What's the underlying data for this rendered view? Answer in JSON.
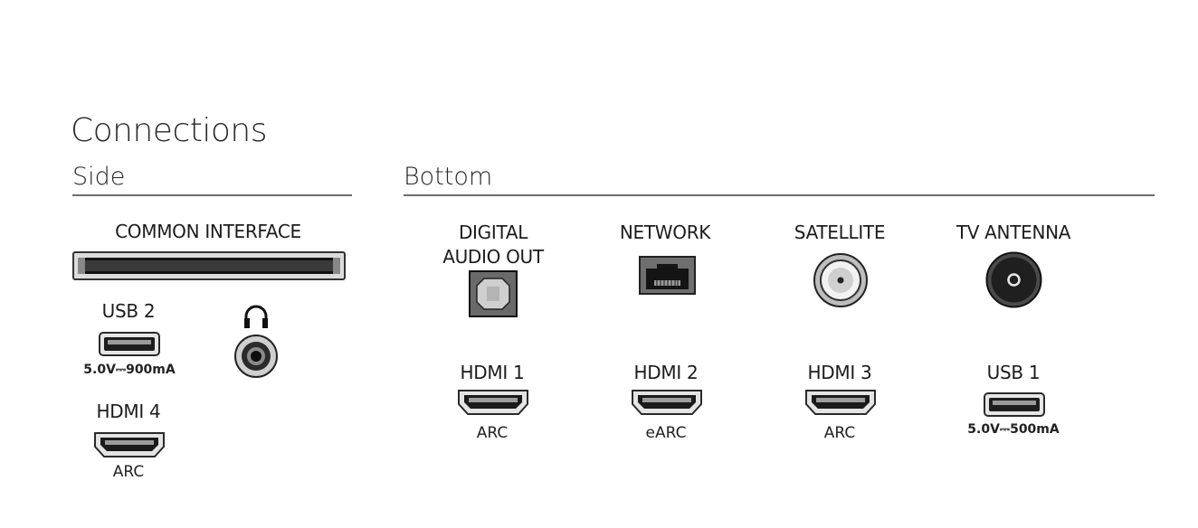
{
  "title": "Connections",
  "sections": {
    "side": "Side",
    "bottom": "Bottom"
  },
  "side": {
    "common_interface": "COMMON INTERFACE",
    "usb2": {
      "label": "USB 2",
      "spec": "5.0V⎓900mA"
    },
    "hdmi4": {
      "label": "HDMI 4",
      "sub": "ARC"
    }
  },
  "bottom": {
    "digital_audio_out": {
      "line1": "DIGITAL",
      "line2": "AUDIO OUT"
    },
    "network": "NETWORK",
    "satellite": "SATELLITE",
    "tv_antenna": "TV ANTENNA",
    "hdmi1": {
      "label": "HDMI 1",
      "sub": "ARC"
    },
    "hdmi2": {
      "label": "HDMI 2",
      "sub": "eARC"
    },
    "hdmi3": {
      "label": "HDMI 3",
      "sub": "ARC"
    },
    "usb1": {
      "label": "USB 1",
      "spec": "5.0V⎓500mA"
    }
  },
  "icons": [
    "ci-slot-icon",
    "usb-port-icon",
    "headphones-icon",
    "audio-jack-icon",
    "hdmi-port-icon",
    "optical-port-icon",
    "ethernet-port-icon",
    "satellite-port-icon",
    "antenna-port-icon"
  ]
}
